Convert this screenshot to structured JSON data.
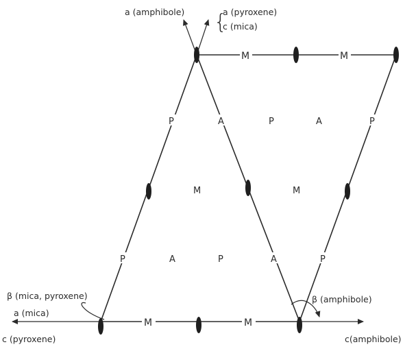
{
  "axes": {
    "a_amphibole": "a (amphibole)",
    "a_pyroxene": "a (pyroxene)",
    "c_mica": "c (mica)",
    "a_mica": "a (mica)",
    "c_pyroxene": "c (pyroxene)",
    "c_amphibole": "c(amphibole)",
    "beta_mica_pyroxene": "β (mica, pyroxene)",
    "beta_amphibole": "β (amphibole)",
    "brace": "{"
  },
  "labels": {
    "M": "M",
    "P": "P",
    "A": "A"
  }
}
